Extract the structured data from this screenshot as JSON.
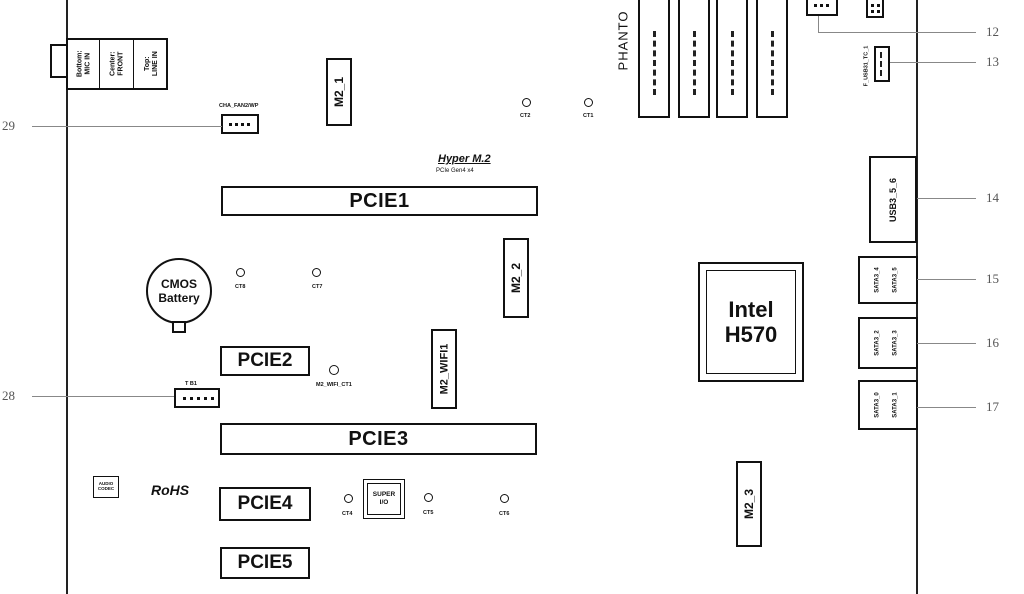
{
  "brand_text": "PHANTO",
  "audio": {
    "top": "Top:\nLINE IN",
    "center": "Center:\nFRONT",
    "bottom": "Bottom:\nMIC IN"
  },
  "headers": {
    "cha_fan": "CHA_FAN2/WP",
    "tb": "T B1",
    "f_usb": "F_USB31_TC_1"
  },
  "hyper_m2": {
    "title": "Hyper M.2",
    "subtitle": "PCIe Gen4 x4"
  },
  "pcie": {
    "pcie1": "PCIE1",
    "pcie2": "PCIE2",
    "pcie3": "PCIE3",
    "pcie4": "PCIE4",
    "pcie5": "PCIE5"
  },
  "m2": {
    "m2_1": "M2_1",
    "m2_2": "M2_2",
    "m2_3": "M2_3",
    "m2_wifi": "M2_WIFI1"
  },
  "thermal": {
    "ct1": "CT1",
    "ct2": "CT2",
    "ct4": "CT4",
    "ct5": "CT5",
    "ct6": "CT6",
    "ct7": "CT7",
    "ct8": "CT8",
    "m2_wifi_ct1": "M2_WIFI_CT1"
  },
  "cmos": "CMOS\nBattery",
  "chipset": "Intel\nH570",
  "usb3": "USB3_5_6",
  "sata": {
    "s45a": "SATA3_4",
    "s45b": "SATA3_5",
    "s23a": "SATA3_2",
    "s23b": "SATA3_3",
    "s01a": "SATA3_0",
    "s01b": "SATA3_1"
  },
  "audio_codec": "AUDIO\nCODEC",
  "rohs": "RoHS",
  "super_io": "SUPER\nI/O",
  "callouts": {
    "n12": "12",
    "n13": "13",
    "n14": "14",
    "n15": "15",
    "n16": "16",
    "n17": "17",
    "n28": "28",
    "n29": "29"
  }
}
